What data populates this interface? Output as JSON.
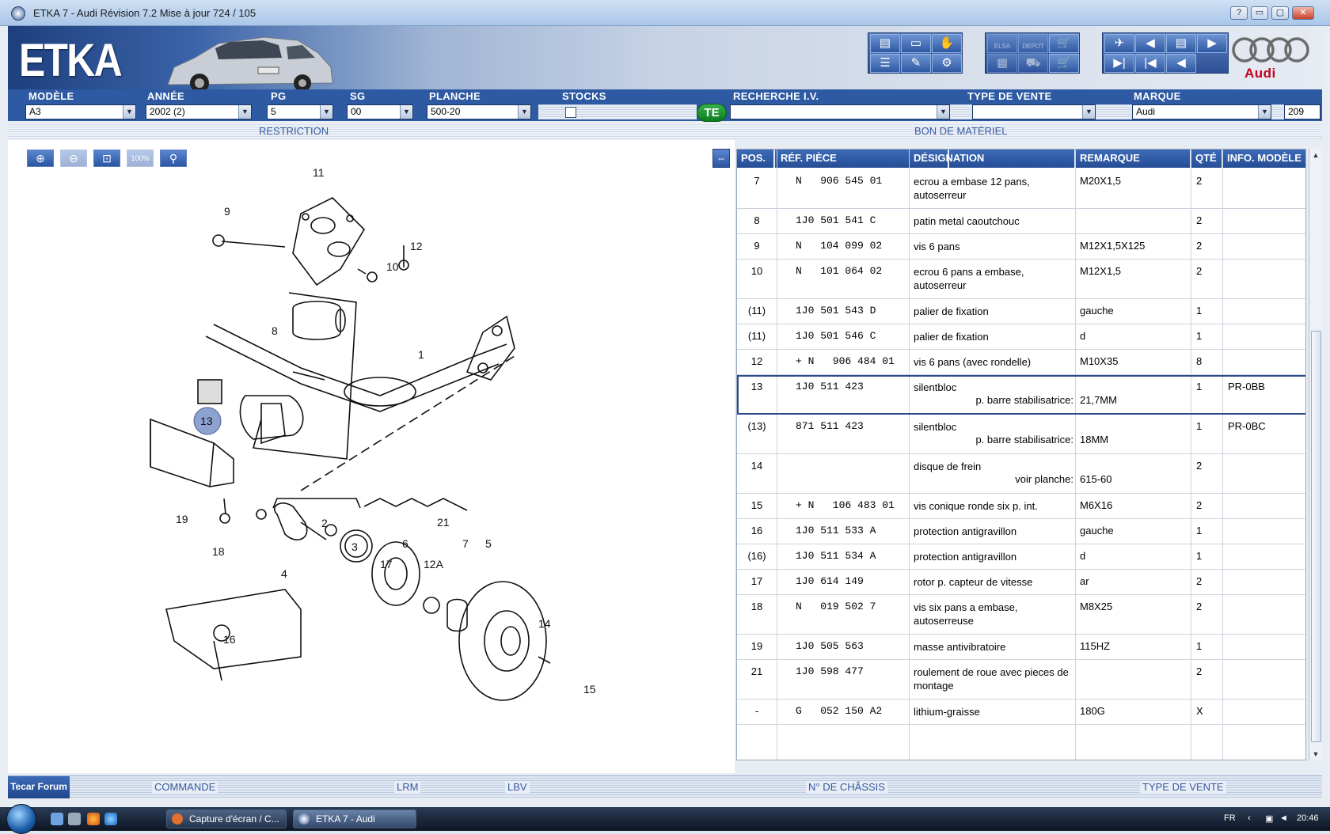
{
  "window": {
    "title": "ETKA 7 - Audi Révision 7.2 Mise à jour 724 / 105",
    "help": "?",
    "minimize": "▭",
    "maximize": "▢",
    "close": "✕"
  },
  "banner": {
    "logo": "ETKA",
    "brand": "Audi",
    "brand_color": "#c3001e"
  },
  "toolbar": {
    "icons": [
      "printer-icon",
      "monitor-icon",
      "handshake-icon",
      "list-icon",
      "pencil-icon",
      "tree-icon",
      "elsa-icon",
      "depot-icon",
      "cart-icon",
      "network-icon",
      "cars-icon",
      "cart-add-icon",
      "pin-icon",
      "prev-page-icon",
      "page-icon",
      "next-page-icon",
      "last-icon",
      "first-icon",
      "back-icon"
    ],
    "elsa_label": "ELSA",
    "depot_label": "DEPOT"
  },
  "fields": {
    "modele": {
      "label": "MODÈLE",
      "value": "A3"
    },
    "annee": {
      "label": "ANNÉE",
      "value": "2002 (2)"
    },
    "pg": {
      "label": "PG",
      "value": "5"
    },
    "sg": {
      "label": "SG",
      "value": "00"
    },
    "planche": {
      "label": "PLANCHE",
      "value": "500-20"
    },
    "stocks": {
      "label": "STOCKS"
    },
    "te": "TE",
    "recherche": {
      "label": "RECHERCHE I.V.",
      "value": ""
    },
    "type_vente": {
      "label": "TYPE DE VENTE",
      "value": ""
    },
    "marque": {
      "label": "MARQUE",
      "value": "Audi",
      "code": "209"
    }
  },
  "sections": {
    "restriction": "RESTRICTION",
    "bon": "BON DE MATÉRIEL"
  },
  "diagram": {
    "highlight": "13",
    "callouts": [
      "11",
      "9",
      "12",
      "10",
      "8",
      "1",
      "13",
      "19",
      "18",
      "2",
      "3",
      "21",
      "6",
      "7",
      "5",
      "4",
      "17",
      "12A",
      "14",
      "16",
      "15"
    ]
  },
  "table": {
    "columns": [
      "POS.",
      "RÉF. PIÈCE",
      "DÉSIGNATION",
      "REMARQUE",
      "QTÉ",
      "INFO. MODÈLE"
    ],
    "rows": [
      {
        "pos": "7",
        "part": "N   906 545 01",
        "desc": "ecrou a embase 12 pans, autoserreur",
        "rem": "M20X1,5",
        "qty": "2",
        "info": ""
      },
      {
        "pos": "8",
        "part": "1J0 501 541 C",
        "desc": "patin metal caoutchouc",
        "rem": "",
        "qty": "2",
        "info": ""
      },
      {
        "pos": "9",
        "part": "N   104 099 02",
        "desc": "vis 6 pans",
        "rem": "M12X1,5X125",
        "qty": "2",
        "info": ""
      },
      {
        "pos": "10",
        "part": "N   101 064 02",
        "desc": "ecrou 6 pans a embase, autoserreur",
        "rem": "M12X1,5",
        "qty": "2",
        "info": ""
      },
      {
        "pos": "(11)",
        "part": "1J0 501 543 D",
        "desc": "palier de fixation",
        "rem": "gauche",
        "qty": "1",
        "info": ""
      },
      {
        "pos": "(11)",
        "part": "1J0 501 546 C",
        "desc": "palier de fixation",
        "rem": "d",
        "qty": "1",
        "info": ""
      },
      {
        "pos": "12",
        "part": "+ N   906 484 01",
        "desc": "vis 6 pans (avec rondelle)",
        "rem": "M10X35",
        "qty": "8",
        "info": ""
      },
      {
        "pos": "13",
        "part": "1J0 511 423",
        "desc": "silentbloc",
        "sub": "p. barre stabilisatrice:",
        "subv": "21,7MM",
        "rem": "",
        "qty": "1",
        "info": "PR-0BB"
      },
      {
        "pos": "(13)",
        "part": "871 511 423",
        "desc": "silentbloc",
        "sub": "p. barre stabilisatrice:",
        "subv": "18MM",
        "rem": "",
        "qty": "1",
        "info": "PR-0BC"
      },
      {
        "pos": "14",
        "part": "",
        "desc": "disque de frein",
        "sub": "voir planche:",
        "subv": "615-60",
        "rem": "",
        "qty": "2",
        "info": ""
      },
      {
        "pos": "15",
        "part": "+ N   106 483 01",
        "desc": "vis conique ronde six p. int.",
        "rem": "M6X16",
        "qty": "2",
        "info": ""
      },
      {
        "pos": "16",
        "part": "1J0 511 533 A",
        "desc": "protection antigravillon",
        "rem": "gauche",
        "qty": "1",
        "info": ""
      },
      {
        "pos": "(16)",
        "part": "1J0 511 534 A",
        "desc": "protection antigravillon",
        "rem": "d",
        "qty": "1",
        "info": ""
      },
      {
        "pos": "17",
        "part": "1J0 614 149",
        "desc": "rotor p. capteur de vitesse",
        "rem": "ar",
        "qty": "2",
        "info": ""
      },
      {
        "pos": "18",
        "part": "N   019 502 7",
        "desc": "vis six pans a embase, autoserreuse",
        "rem": "M8X25",
        "qty": "2",
        "info": ""
      },
      {
        "pos": "19",
        "part": "1J0 505 563",
        "desc": "masse antivibratoire",
        "rem": "115HZ",
        "qty": "1",
        "info": ""
      },
      {
        "pos": "21",
        "part": "1J0 598 477",
        "desc": "roulement de roue avec pieces de montage",
        "rem": "",
        "qty": "2",
        "info": ""
      },
      {
        "pos": "-",
        "part": "G   052 150 A2",
        "desc": "lithium-graisse",
        "rem": "180G",
        "qty": "X",
        "info": ""
      }
    ]
  },
  "bottom": {
    "forum": "Tecar Forum",
    "commande": "COMMANDE",
    "lrm": "LRM",
    "lbv": "LBV",
    "chassis": "N° DE CHÂSSIS",
    "type_vente": "TYPE DE VENTE"
  },
  "taskbar": {
    "task1": "Capture d'écran / C...",
    "task2": "ETKA 7 - Audi",
    "lang": "FR",
    "time": "20:46"
  }
}
